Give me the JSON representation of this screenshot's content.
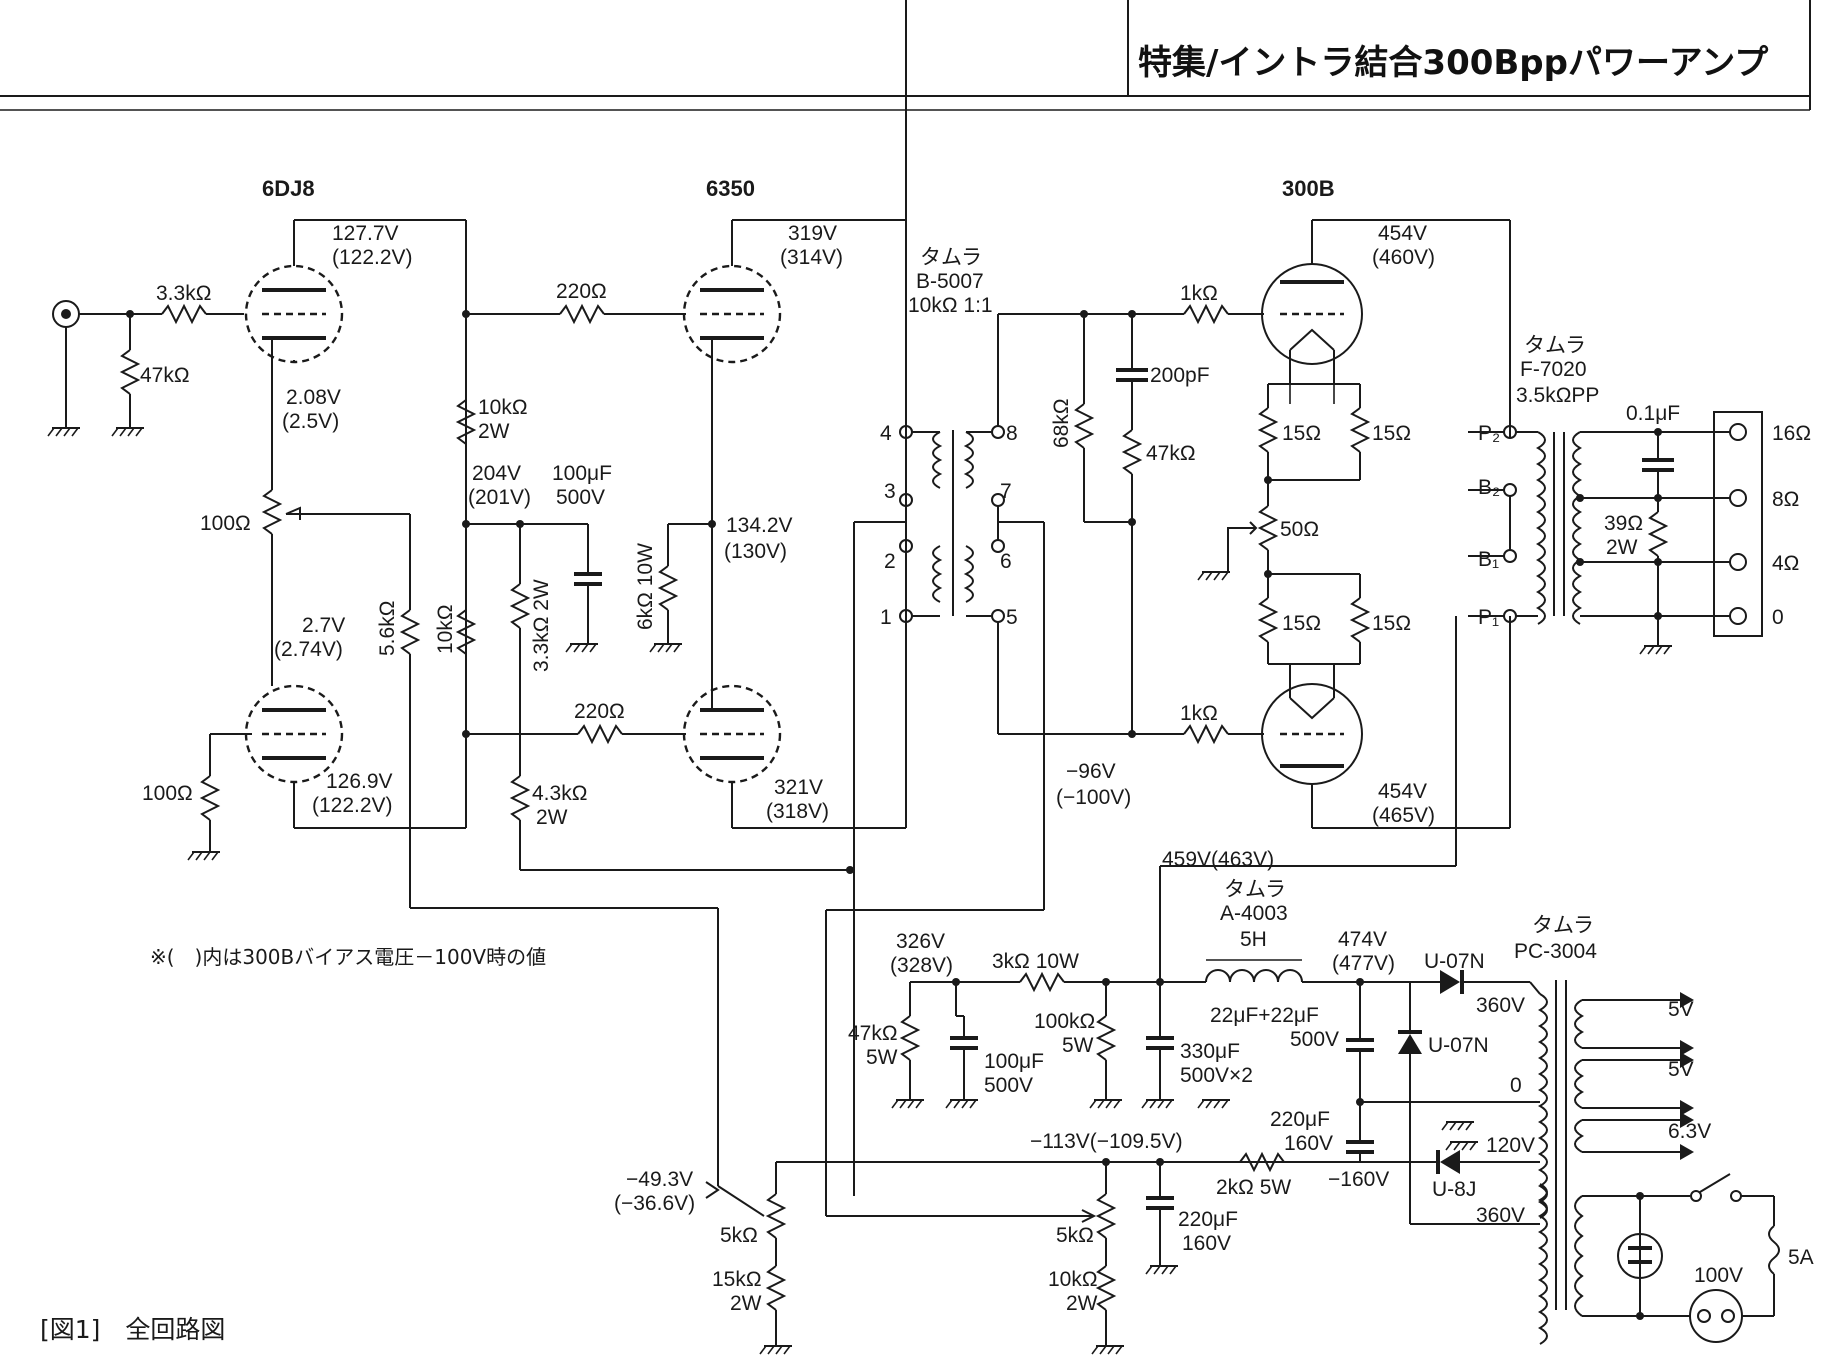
{
  "header": {
    "title": "特集/イントラ結合300Bppパワーアンプ"
  },
  "figure": {
    "caption": "[図1]　全回路図",
    "note": "※(　)内は300Bバイアス電圧－100V時の値"
  },
  "tubes": {
    "v1": "6DJ8",
    "v2": "6350",
    "v3": "300B"
  },
  "labels": {
    "r_in": "3.3kΩ",
    "r_grid": "47kΩ",
    "v_k1": "2.08V",
    "v_k1b": "(2.5V)",
    "r_bal": "100Ω",
    "v_k2": "2.7V",
    "v_k2b": "(2.74V)",
    "r_k2": "100Ω",
    "v_p1": "127.7V",
    "v_p1b": "(122.2V)",
    "v_p2": "126.9V",
    "v_p2b": "(122.2V)",
    "r56": "5.6kΩ",
    "r_pl1": "10kΩ",
    "r_pl1w": "2W",
    "r_pl2": "10kΩ",
    "v_204": "204V",
    "v_204b": "(201V)",
    "c_100": "100μF",
    "c_100v": "500V",
    "r_33": "3.3kΩ 2W",
    "r_43": "4.3kΩ",
    "r_43w": "2W",
    "r_220a": "220Ω",
    "r_220b": "220Ω",
    "v_319": "319V",
    "v_319b": "(314V)",
    "v_321": "321V",
    "v_321b": "(318V)",
    "v_134": "134.2V",
    "v_134b": "(130V)",
    "r_6k": "6kΩ 10W",
    "it_maker": "タムラ",
    "it_model": "B-5007",
    "it_spec": "10kΩ 1:1",
    "pin4": "4",
    "pin3": "3",
    "pin2": "2",
    "pin1": "1",
    "pin8": "8",
    "pin7": "7",
    "pin6": "6",
    "pin5": "5",
    "r_68": "68kΩ",
    "c_200": "200pF",
    "r_47b": "47kΩ",
    "r_1k_a": "1kΩ",
    "r_1k_b": "1kΩ",
    "v_m96": "−96V",
    "v_m96b": "(−100V)",
    "v_454a": "454V",
    "v_454ab": "(460V)",
    "v_454b": "454V",
    "v_454bb": "(465V)",
    "r_15a": "15Ω",
    "r_15b": "15Ω",
    "r_15c": "15Ω",
    "r_15d": "15Ω",
    "r_50": "50Ω",
    "ot_maker": "タムラ",
    "ot_model": "F-7020",
    "ot_spec": "3.5kΩPP",
    "p2": "P₂",
    "b2": "B₂",
    "b1": "B₁",
    "p1": "P₁",
    "c_01": "0.1μF",
    "r_39": "39Ω",
    "r_39w": "2W",
    "o16": "16Ω",
    "o8": "8Ω",
    "o4": "4Ω",
    "o0": "0",
    "v_459": "459V(463V)",
    "ch_maker": "タムラ",
    "ch_model": "A-4003",
    "ch_spec": "5H",
    "v_326": "326V",
    "v_326b": "(328V)",
    "r_3k": "3kΩ 10W",
    "r_47c": "47kΩ",
    "r_47cw": "5W",
    "c_100b": "100μF",
    "c_100bv": "500V",
    "r_100k": "100kΩ",
    "r_100kw": "5W",
    "c_330": "330μF",
    "c_330v": "500V×2",
    "c_22": "22μF+22μF",
    "c_22v": "500V",
    "v_474": "474V",
    "v_474b": "(477V)",
    "d1": "U-07N",
    "d2": "U-07N",
    "d3": "U-8J",
    "pt_maker": "タムラ",
    "pt_model": "PC-3004",
    "s360a": "360V",
    "s0": "0",
    "s120": "120V",
    "s360b": "360V",
    "h5a": "5V",
    "h5b": "5V",
    "h63": "6.3V",
    "v_m113": "−113V(−109.5V)",
    "r_2k": "2kΩ 5W",
    "c_220a": "220μF",
    "c_220av": "160V",
    "v_m160": "−160V",
    "c_220b": "220μF",
    "c_220bv": "160V",
    "v_m49": "−49.3V",
    "v_m49b": "(−36.6V)",
    "r_5ka": "5kΩ",
    "r_15k": "15kΩ",
    "r_15kw": "2W",
    "r_5kb": "5kΩ",
    "r_10k": "10kΩ",
    "r_10kw": "2W",
    "fuse": "5A",
    "ac": "100V"
  }
}
